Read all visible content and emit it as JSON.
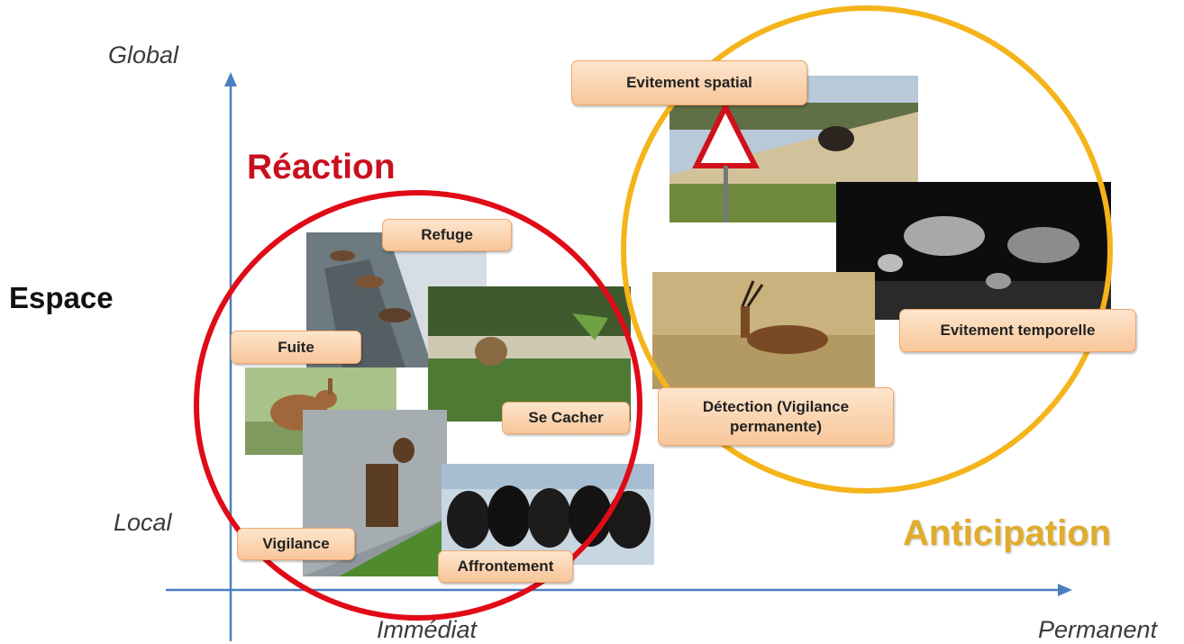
{
  "axes": {
    "y_top": "Global",
    "y_bottom": "Local",
    "y_title": "Espace",
    "x_left": "Immédiat",
    "x_right": "Permanent"
  },
  "groups": {
    "reaction": {
      "label": "Réaction",
      "color": "#e00b17"
    },
    "anticipation": {
      "label": "Anticipation",
      "color": "#f4b41a"
    }
  },
  "tags": {
    "refuge": "Refuge",
    "fuite": "Fuite",
    "se_cacher": "Se Cacher",
    "vigilance": "Vigilance",
    "affrontement": "Affrontement",
    "evitement_spatial": "Evitement spatial",
    "evitement_temporelle": "Evitement temporelle",
    "detection": "Détection (Vigilance permanente)"
  },
  "colors": {
    "axis": "#4a7fc1"
  }
}
